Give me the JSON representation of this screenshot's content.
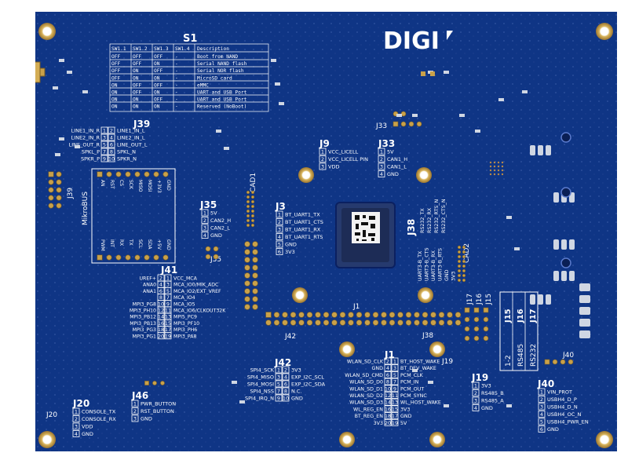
{
  "brand": "DIGI",
  "s1": {
    "title": "S1",
    "headers": [
      "SW1.1",
      "SW1.2",
      "SW1.3",
      "SW1.4",
      "Description"
    ],
    "rows": [
      [
        "OFF",
        "OFF",
        "OFF",
        "-",
        "Boot from NAND"
      ],
      [
        "OFF",
        "OFF",
        "ON",
        "-",
        "Serial NAND flash"
      ],
      [
        "OFF",
        "ON",
        "OFF",
        "-",
        "Serial NOR flash"
      ],
      [
        "OFF",
        "ON",
        "ON",
        "-",
        "MicroSD card"
      ],
      [
        "ON",
        "OFF",
        "OFF",
        "-",
        "eMMC"
      ],
      [
        "ON",
        "OFF",
        "ON",
        "-",
        "UART and USB Port"
      ],
      [
        "ON",
        "ON",
        "OFF",
        "-",
        "UART and USB Port"
      ],
      [
        "ON",
        "ON",
        "ON",
        "-",
        "Reserved (NoBoot)"
      ]
    ]
  },
  "j39": {
    "ref": "J39",
    "ref_side": "J39",
    "left": [
      "LINE1_IN_R",
      "LINE2_IN_R",
      "LINE_OUT_R",
      "SPKL_P",
      "SPKR_P"
    ],
    "right": [
      "LINE1_IN_L",
      "LINE2_IN_L",
      "LINE_OUT_L",
      "SPKL_N",
      "SPKR_N"
    ],
    "pins_left": [
      "1",
      "3",
      "5",
      "7",
      "9"
    ],
    "pins_right": [
      "2",
      "4",
      "6",
      "8",
      "10"
    ]
  },
  "mikro": {
    "label": "MikroBUS",
    "top_pins": [
      "AN",
      "RST",
      "CS",
      "SCK",
      "MISO",
      "MOSI",
      "+3V3",
      "GND"
    ],
    "bottom_pins": [
      "PWM",
      "INT",
      "RX",
      "TX",
      "SCL",
      "SDA",
      "+5V",
      "GND"
    ]
  },
  "j9": {
    "ref": "J9",
    "pins": [
      "1",
      "2",
      "3"
    ],
    "labels": [
      "VCC_LICELL",
      "VCC_LICELL PIN",
      "VDD"
    ]
  },
  "j33": {
    "ref": "J33",
    "ref_top": "J33",
    "pins": [
      "1",
      "2",
      "3",
      "4"
    ],
    "labels": [
      "5V",
      "CAN1_H",
      "CAN1_L",
      "GND"
    ]
  },
  "j35": {
    "ref": "J35",
    "ref_bottom": "J35",
    "pins": [
      "1",
      "2",
      "3",
      "4"
    ],
    "labels": [
      "5V",
      "CAN2_H",
      "CAN2_L",
      "GND"
    ]
  },
  "j3": {
    "ref": "J3",
    "pins": [
      "1",
      "2",
      "3",
      "4",
      "5",
      "6"
    ],
    "labels": [
      "BT_UART1_TX",
      "BT_UART1_CTS",
      "BT_UART1_RX",
      "BT_UART1_RTS",
      "GND",
      "3V3"
    ]
  },
  "cad1": "CAD1",
  "cad2": "CAD2",
  "j38": {
    "ref": "J38",
    "ref_bottom": "J38",
    "upper": [
      "RS232_TX",
      "RS232_RX",
      "RS232_RTS_N",
      "RS232_CTS_N"
    ],
    "lower": [
      "UART3-B_TX",
      "UART3-B_CTS",
      "UART3-B_RX",
      "UART3-B_RTS",
      "GND",
      "3V3"
    ]
  },
  "j41": {
    "ref": "J41",
    "left": [
      "UREF+",
      "ANA0",
      "ANA1",
      "",
      "MPI3_PG8",
      "MPI3_PH10",
      "MPI3_PB12",
      "MPI3_PB13",
      "MPI3_PG3",
      "MPI3_PG1"
    ],
    "right": [
      "VCC_MCA",
      "MCA_IO0/MIK_ADC",
      "MCA_IO2/EXT_VREF",
      "MCA_IO4",
      "MCA_IO5",
      "MCA_IO6/CLKOUT32K",
      "MPI5_PC9",
      "MPI3_PF10",
      "MPI3_PH6",
      "MPI3_PA8"
    ],
    "pins_left": [
      "2",
      "4",
      "6",
      "8",
      "10",
      "12",
      "14",
      "16",
      "18",
      "20"
    ],
    "pins_right": [
      "1",
      "3",
      "5",
      "7",
      "9",
      "11",
      "13",
      "15",
      "17",
      "19"
    ]
  },
  "j1_top": "J1",
  "j42": {
    "ref": "J42",
    "ref_top": "J42",
    "left": [
      "SPI4_SCK",
      "SPI4_MISO",
      "SPI4_MOSI",
      "SPI4_NSS",
      "SPI4_IRQ_N"
    ],
    "right": [
      "3V3",
      "EXP_I2C_SCL",
      "EXP_I2C_SDA",
      "N.C.",
      "GND"
    ],
    "pins_left": [
      "1",
      "3",
      "5",
      "7",
      "9"
    ],
    "pins_right": [
      "2",
      "4",
      "6",
      "8",
      "10"
    ]
  },
  "j1": {
    "ref": "J1",
    "left": [
      "WLAN_SD_CLK",
      "GND",
      "WLAN_SD_CMD",
      "WLAN_SD_D0",
      "WLAN_SD_D1",
      "WLAN_SD_D2",
      "WLAN_SD_D3",
      "WL_REG_EN",
      "BT_REG_EN",
      "3V3"
    ],
    "right": [
      "BT_HOST_WAKE",
      "BT_DEV_WAKE",
      "PCM_CLK",
      "PCM_IN",
      "PCM_OUT",
      "PCM_SYNC",
      "WL_HOST_WAKE",
      "3V3",
      "GND",
      "5V"
    ],
    "pins_left": [
      "2",
      "4",
      "6",
      "8",
      "10",
      "12",
      "14",
      "16",
      "18",
      "20"
    ],
    "pins_right": [
      "1",
      "3",
      "5",
      "7",
      "9",
      "11",
      "13",
      "15",
      "17",
      "19"
    ]
  },
  "j19": {
    "ref": "J19",
    "ref_side": "J19",
    "pins": [
      "1",
      "2",
      "3",
      "4"
    ],
    "labels": [
      "3V3",
      "RS485_B",
      "RS485_A",
      "GND"
    ]
  },
  "j40": {
    "ref": "J40",
    "ref_side": "J40",
    "pins": [
      "1",
      "2",
      "3",
      "4",
      "5",
      "6"
    ],
    "labels": [
      "VIN_PROT",
      "USBH4_D_P",
      "USBH4_D_N",
      "USBH4_OC_N",
      "USBH4_PWR_EN",
      "GND"
    ]
  },
  "j46": {
    "ref": "J46",
    "pins": [
      "1",
      "2",
      "3"
    ],
    "labels": [
      "PWR_BUTTON",
      "RST_BUTTON",
      "GND"
    ]
  },
  "j20": {
    "ref": "J20",
    "ref_side": "J20",
    "pins": [
      "1",
      "2",
      "3",
      "4"
    ],
    "labels": [
      "CONSOLE_TX",
      "CONSOLE_RX",
      "VDD",
      "GND"
    ]
  },
  "side_refs": [
    "J17",
    "J16",
    "J15"
  ],
  "jumper_box": {
    "cols": [
      {
        "top": "J15",
        "mid": "1-2",
        "bottom": ""
      },
      {
        "top": "J16",
        "mid": "RS485",
        "bottom": ""
      },
      {
        "top": "J17",
        "mid": "RS232",
        "bottom": ""
      }
    ]
  },
  "colors": {
    "board": "#0f3585",
    "silk": "#ffffff",
    "gold": "#c9a14a"
  }
}
